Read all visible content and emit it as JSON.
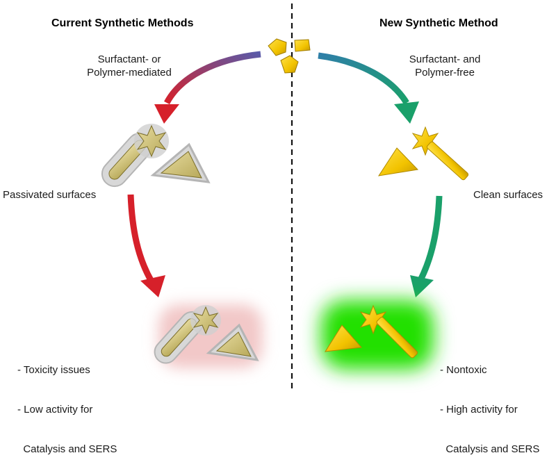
{
  "left": {
    "title": "Current Synthetic Methods",
    "condition": [
      "Surfactant- or",
      "Polymer-mediated"
    ],
    "surface_label": "Passivated surfaces",
    "outcomes": [
      "- Toxicity issues",
      "- Low activity for",
      "  Catalysis and SERS"
    ]
  },
  "right": {
    "title": "New Synthetic Method",
    "condition": [
      "Surfactant- and",
      "Polymer-free"
    ],
    "surface_label": "Clean surfaces",
    "outcomes": [
      "- Nontoxic",
      "- High activity for",
      "  Catalysis and SERS"
    ]
  },
  "colors": {
    "left_arrow": "#d62020",
    "right_arrow": "#1aa06a",
    "gold": "#f2c300",
    "green_glow": "#22e000",
    "red_glow": "#e8a0a0"
  }
}
